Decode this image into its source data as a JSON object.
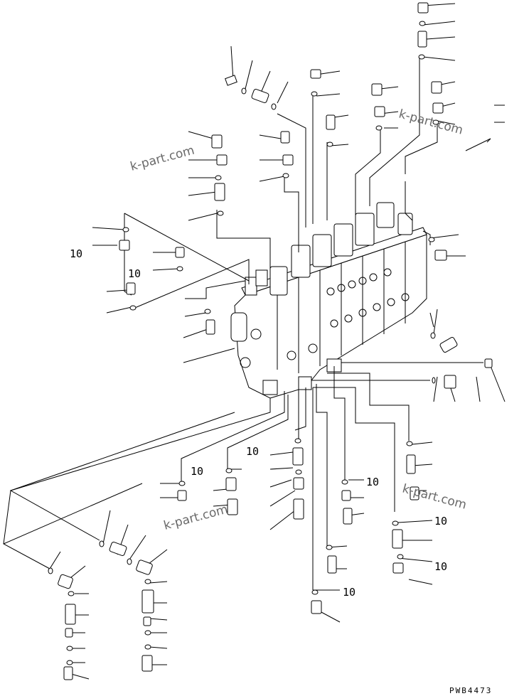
{
  "callout_label": "10",
  "watermark": "k-part.com",
  "drawing_code": "PWB4473"
}
